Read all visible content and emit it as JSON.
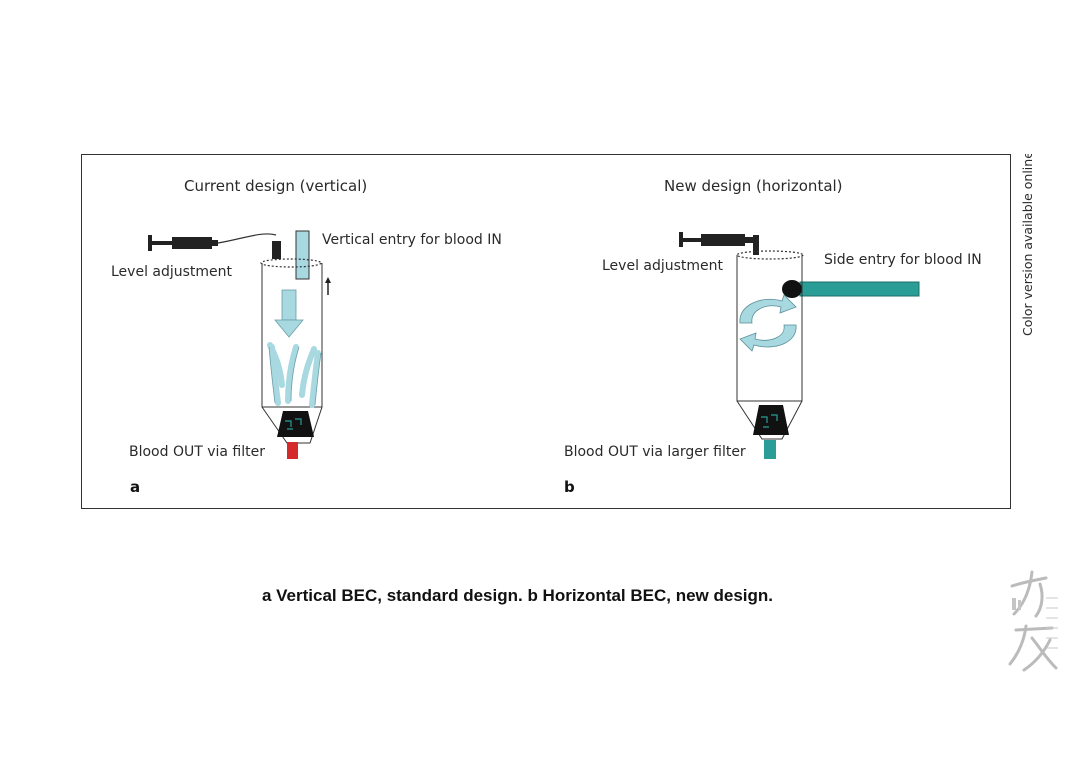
{
  "panel_a": {
    "title": "Current design (vertical)",
    "level_label": "Level adjustment",
    "entry_label": "Vertical entry for blood IN",
    "out_label": "Blood OUT via filter",
    "letter": "a"
  },
  "panel_b": {
    "title": "New design (horizontal)",
    "level_label": "Level adjustment",
    "entry_label": "Side entry for blood IN",
    "out_label": "Blood OUT via larger filter",
    "letter": "b"
  },
  "side_note": "Color version available online",
  "caption": "a Vertical BEC, standard design. b Horizontal BEC, new design.",
  "colors": {
    "inlet_light": "#a8d8e0",
    "inlet_teal": "#2a9d96",
    "outlet_red": "#d42a2a",
    "outlet_teal": "#2a9d96",
    "flow_arrow": "#a8d8e0",
    "syringe": "#222222"
  }
}
